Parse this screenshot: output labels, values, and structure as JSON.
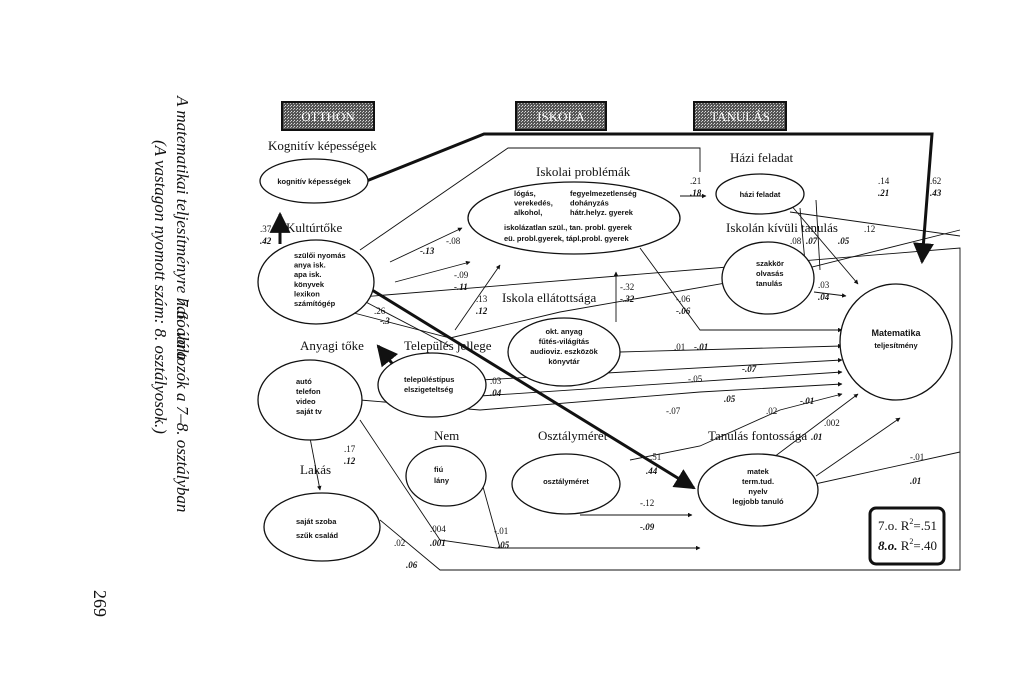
{
  "headers": {
    "otthon": "OTTHON",
    "iskola": "ISKOLA",
    "tanulas": "TANULÁS"
  },
  "groups": {
    "kognitiv": "Kognitív képességek",
    "kulturtoke": "Kultúrtőke",
    "anyagi": "Anyagi tőke",
    "lakas": "Lakás",
    "telepules": "Település jellege",
    "nem": "Nem",
    "osztalymeret": "Osztálymérét",
    "problemak": "Iskolai problémák",
    "ellatottsag": "Iskola ellátottsága",
    "hazi": "Házi feladat",
    "kivul": "Iskolán kívüli tanulás",
    "fontossag": "Tanulás fontossága",
    "fontossag_coef": ".01"
  },
  "nodes": {
    "kognitiv": [
      "kognitív képességek"
    ],
    "kulturtoke": [
      "szülői nyomás",
      "anya isk.",
      "apa isk.",
      "könyvek",
      "lexikon",
      "számítógép"
    ],
    "anyagi": [
      "autó",
      "telefon",
      "video",
      "saját tv"
    ],
    "lakas": [
      "saját szoba",
      "szűk család"
    ],
    "telepules": [
      "településtípus",
      "elszigeteltség"
    ],
    "nem": [
      "fiú",
      "lány"
    ],
    "osztalymeret": [
      "osztályméret"
    ],
    "problemak": {
      "rows": [
        [
          "lógás,",
          "fegyelmezetlenség"
        ],
        [
          "verekedés,",
          "dohányzás"
        ],
        [
          "alkohol,",
          "hátr.helyz. gyerek"
        ]
      ],
      "extra": [
        "iskolázatlan szül., tan. probl. gyerek",
        "eü. probl.gyerek, tápl.probl. gyerek"
      ]
    },
    "ellatottsag": [
      "okt. anyag",
      "fűtés-világítás",
      "audioviz. eszközök",
      "könyvtár"
    ],
    "hazi": [
      "házi feladat"
    ],
    "kivul": [
      "szakkör",
      "olvasás",
      "tanulás"
    ],
    "fontossag": [
      "matek",
      "term.tud.",
      "nyelv",
      "legjobb tanuló"
    ],
    "matematika": [
      "Matematika",
      "teljesítmény"
    ]
  },
  "coefficients": [
    {
      "id": "c-37",
      "text": ".37",
      "bold": false
    },
    {
      "id": "c-42",
      "text": ".42",
      "bold": true
    },
    {
      "id": "c-13a",
      "text": "-.13",
      "bold": true
    },
    {
      "id": "c-08a",
      "text": "-.08",
      "bold": false
    },
    {
      "id": "c-09",
      "text": "-.09",
      "bold": false
    },
    {
      "id": "c-11",
      "text": "-.11",
      "bold": true
    },
    {
      "id": "c-26",
      "text": ".26",
      "bold": false
    },
    {
      "id": "c-3",
      "text": "-.3",
      "bold": true
    },
    {
      "id": "c-13b",
      "text": ".13",
      "bold": false
    },
    {
      "id": "c-12a",
      "text": ".12",
      "bold": true
    },
    {
      "id": "c-21",
      "text": ".21",
      "bold": false
    },
    {
      "id": "c-18",
      "text": ".18",
      "bold": true
    },
    {
      "id": "c-32a",
      "text": "-.32",
      "bold": false
    },
    {
      "id": "c-32b",
      "text": "-.32",
      "bold": true
    },
    {
      "id": "c-06a",
      "text": "-.06",
      "bold": false
    },
    {
      "id": "c-06b",
      "text": "-.06",
      "bold": true
    },
    {
      "id": "c-14",
      "text": ".14",
      "bold": false
    },
    {
      "id": "c-21b",
      "text": ".21",
      "bold": true
    },
    {
      "id": "c-62",
      "text": ".62",
      "bold": false
    },
    {
      "id": "c-43",
      "text": ".43",
      "bold": true
    },
    {
      "id": "c-12b",
      "text": ".12",
      "bold": false
    },
    {
      "id": "c-08b",
      "text": ".08",
      "bold": false
    },
    {
      "id": "c-07a",
      "text": ".07",
      "bold": true
    },
    {
      "id": "c-05a",
      "text": ".05",
      "bold": true
    },
    {
      "id": "c-03a",
      "text": ".03",
      "bold": false
    },
    {
      "id": "c-04a",
      "text": ".04",
      "bold": true
    },
    {
      "id": "c-01a",
      "text": ".01",
      "bold": false
    },
    {
      "id": "c-01b",
      "text": "-.01",
      "bold": true
    },
    {
      "id": "c-07b",
      "text": "-.07",
      "bold": true
    },
    {
      "id": "c-05b",
      "text": "-.05",
      "bold": false
    },
    {
      "id": "c-05c",
      "text": ".05",
      "bold": true
    },
    {
      "id": "c-07c",
      "text": "-.07",
      "bold": false
    },
    {
      "id": "c-02a",
      "text": ".02",
      "bold": false
    },
    {
      "id": "c-01c",
      "text": "-.01",
      "bold": true
    },
    {
      "id": "c-002",
      "text": ".002",
      "bold": false
    },
    {
      "id": "c-03b",
      "text": ".03",
      "bold": false
    },
    {
      "id": "c-04b",
      "text": ".04",
      "bold": true
    },
    {
      "id": "c-17",
      "text": ".17",
      "bold": false
    },
    {
      "id": "c-12c",
      "text": ".12",
      "bold": true
    },
    {
      "id": "c-51",
      "text": ".51",
      "bold": false
    },
    {
      "id": "c-44",
      "text": ".44",
      "bold": true
    },
    {
      "id": "c-12d",
      "text": "-.12",
      "bold": false
    },
    {
      "id": "c-09b",
      "text": "-.09",
      "bold": true
    },
    {
      "id": "c-004",
      "text": ".004",
      "bold": false
    },
    {
      "id": "c-001",
      "text": ".001",
      "bold": true
    },
    {
      "id": "c-01d",
      "text": "-.01",
      "bold": false
    },
    {
      "id": "c-05d",
      "text": ".05",
      "bold": true
    },
    {
      "id": "c-02b",
      "text": ".02",
      "bold": false
    },
    {
      "id": "c-06c",
      "text": ".06",
      "bold": true
    },
    {
      "id": "c-01e",
      "text": "-.01",
      "bold": false
    },
    {
      "id": "c-01f",
      "text": ".01",
      "bold": true
    }
  ],
  "r2": {
    "line1_prefix": "7.o. R",
    "line1_value": "=.51",
    "line2_prefix": "8.o.",
    "line2_mid": " R",
    "line2_value": "=.40",
    "sup": "2"
  },
  "caption": {
    "title": "7.6. ábra",
    "line1": "A matematikai teljesítményre ható változók a 7–8. osztályban",
    "line2": "(A vastagon nyomott szám: 8. osztályosok.)"
  },
  "page_number": "269"
}
